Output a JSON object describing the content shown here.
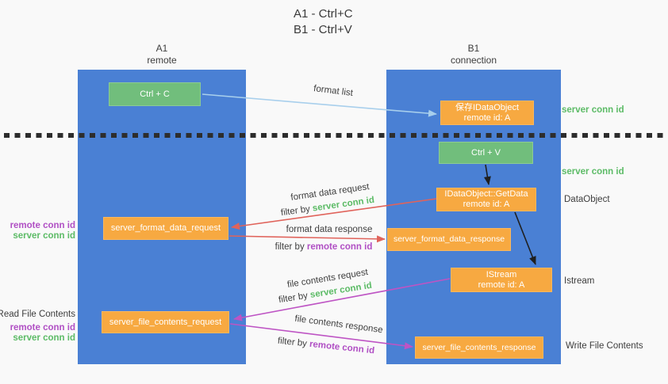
{
  "title": {
    "line1": "A1 - Ctrl+C",
    "line2": "B1 - Ctrl+V"
  },
  "lanes": {
    "left": {
      "header_line1": "A1",
      "header_line2": "remote"
    },
    "right": {
      "header_line1": "B1",
      "header_line2": "connection"
    }
  },
  "nodes": {
    "ctrl_c": {
      "label": "Ctrl + C"
    },
    "ctrl_v": {
      "label": "Ctrl + V"
    },
    "save_dataobject": {
      "line1": "保存IDataObject",
      "line2": "remote id: A"
    },
    "getdata": {
      "line1": "IDataObject::GetData",
      "line2": "remote id: A"
    },
    "istream": {
      "line1": "IStream",
      "line2": "remote id: A"
    },
    "format_request": {
      "label": "server_format_data_request"
    },
    "format_response": {
      "label": "server_format_data_response"
    },
    "file_request": {
      "label": "server_file_contents_request"
    },
    "file_response": {
      "label": "server_file_contents_response"
    }
  },
  "edge_labels": {
    "format_list": "format list",
    "format_data_request": "format data request",
    "format_data_response": "format data response",
    "file_contents_request": "file contents request",
    "file_contents_response": "file contents response",
    "filter_by": "filter by",
    "server_conn_id": "server conn id",
    "remote_conn_id": "remote conn id"
  },
  "side_labels": {
    "right_server_conn_id_top": "server conn id",
    "right_server_conn_id_mid": "server conn id",
    "right_dataobject": "DataObject",
    "right_istream": "Istream",
    "right_write_file": "Write File Contents",
    "left_remote_conn_id_mid": "remote conn id",
    "left_server_conn_id_mid": "server conn id",
    "left_read_file": "Read File Contents",
    "left_remote_conn_id_bottom": "remote conn id",
    "left_server_conn_id_bottom": "server conn id"
  },
  "colors": {
    "lane_blue": "#4A80D4",
    "node_orange": "#F7A941",
    "node_green": "#71BE7C",
    "text_green": "#5CBB66",
    "text_purple": "#B04FC4",
    "arrow_red": "#E0635B",
    "arrow_magenta": "#BE54C4",
    "arrow_light_blue": "#A8CFEC",
    "arrow_black": "#1f1f1f"
  }
}
